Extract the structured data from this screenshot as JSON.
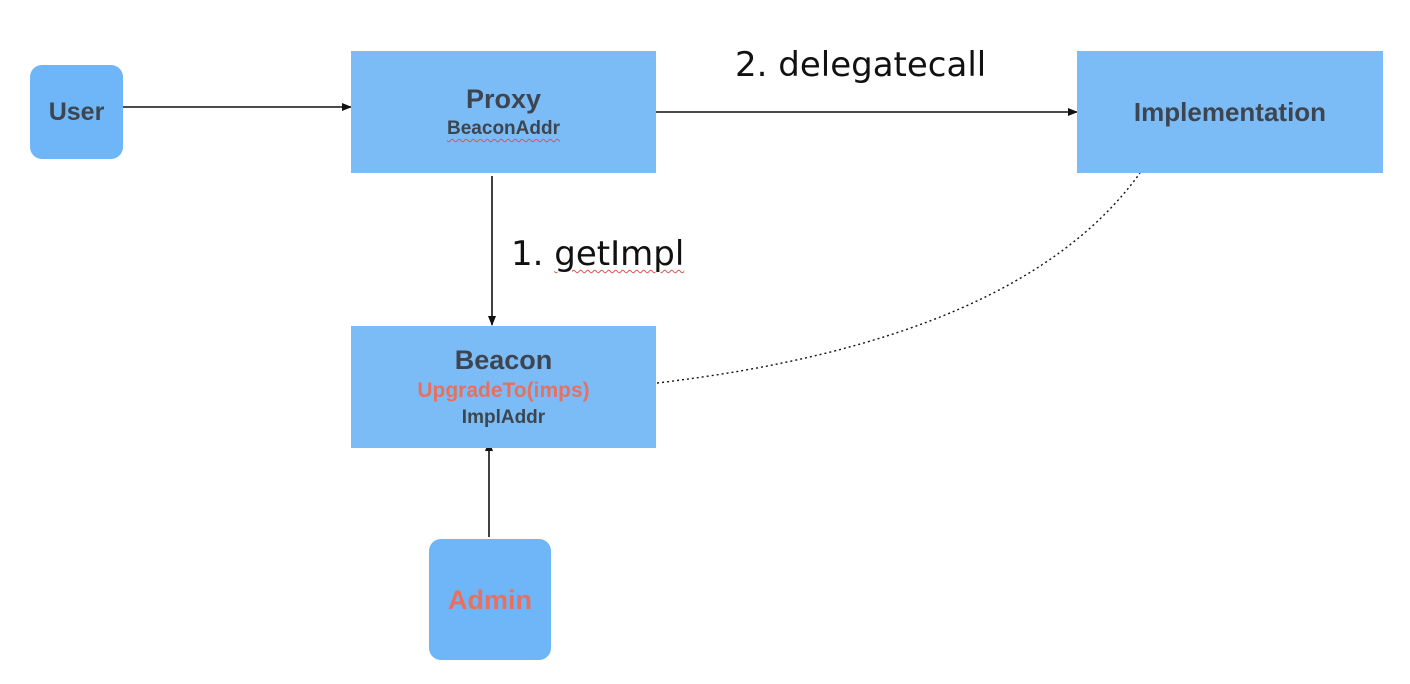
{
  "diagram": {
    "nodes": {
      "user": {
        "title": "User"
      },
      "proxy": {
        "title": "Proxy",
        "field": "BeaconAddr"
      },
      "implementation": {
        "title": "Implementation"
      },
      "beacon": {
        "title": "Beacon",
        "method": "UpgradeTo(imps)",
        "field": "ImplAddr"
      },
      "admin": {
        "title": "Admin"
      }
    },
    "edges": {
      "delegatecall": {
        "number": "2.",
        "label": "delegatecall"
      },
      "get_impl": {
        "number": "1.",
        "label": "getImpl"
      }
    },
    "colors": {
      "box_fill": "#7cbcf6",
      "rounded_fill": "#6eb6f7",
      "text_dark": "#3d4650",
      "highlight_red": "#e8705f",
      "arrow": "#111111"
    }
  }
}
